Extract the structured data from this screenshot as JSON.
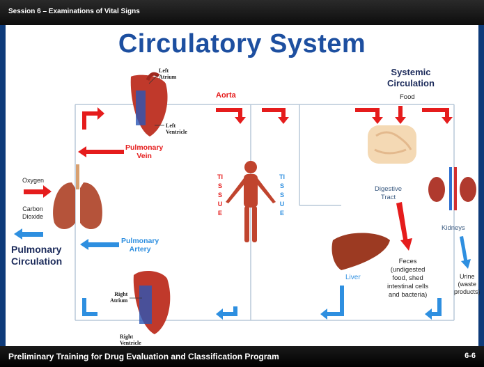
{
  "header": {
    "session": "Session 6 – Examinations of Vital Signs"
  },
  "title": "Circulatory System",
  "footer": {
    "program": "Preliminary Training for Drug Evaluation and Classification Program",
    "page": "6-6"
  },
  "heart_top": {
    "left_atrium": "Left\nAtrium",
    "left_ventricle": "Left\nVentricle"
  },
  "heart_bottom": {
    "right_atrium": "Right\nAtrium",
    "right_ventricle": "Right\nVentricle"
  },
  "labels": {
    "pulmonary_vein": "Pulmonary\nVein",
    "pulmonary_artery": "Pulmonary\nArtery",
    "aorta": "Aorta",
    "oxygen": "Oxygen",
    "carbon_dioxide": "Carbon\nDioxide",
    "pulmonary_circulation": "Pulmonary\nCirculation",
    "systemic_circulation": "Systemic\nCirculation",
    "food": "Food",
    "digestive_tract": "Digestive\nTract",
    "kidneys": "Kidneys",
    "liver": "Liver",
    "feces": "Feces\n(undigested\nfood, shed\nintestinal cells\nand bacteria)",
    "urine": "Urine\n(waste\nproducts)",
    "tissue_left": "TISSUE",
    "tissue_right": "TISSUE"
  },
  "colors": {
    "oxygenated": "#e51c1c",
    "deoxygenated": "#2e8fe0",
    "title": "#1d4fa0"
  }
}
